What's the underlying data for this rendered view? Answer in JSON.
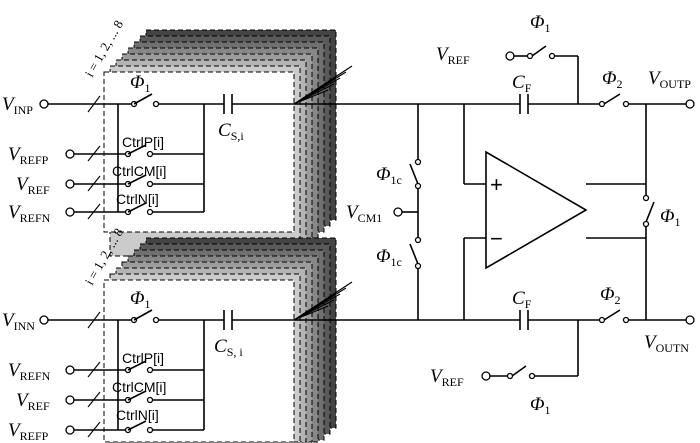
{
  "top": {
    "input_label": "V",
    "input_sub": "INP",
    "ref1_label": "V",
    "ref1_sub": "REFP",
    "ref2_label": "V",
    "ref2_sub": "REF",
    "ref3_label": "V",
    "ref3_sub": "REFN",
    "phi_label": "Φ",
    "phi_sub": "1",
    "ctrl1": "CtrlP[i]",
    "ctrl2": "CtrlCM[i]",
    "ctrl3": "CtrlN[i]",
    "cap_label": "C",
    "cap_sub": "S,i",
    "index_text": "i = 1, 2, ... 8"
  },
  "bottom": {
    "input_label": "V",
    "input_sub": "INN",
    "ref1_label": "V",
    "ref1_sub": "REFN",
    "ref2_label": "V",
    "ref2_sub": "REF",
    "ref3_label": "V",
    "ref3_sub": "REFP",
    "phi_label": "Φ",
    "phi_sub": "1",
    "ctrl1": "CtrlP[i]",
    "ctrl2": "CtrlCM[i]",
    "ctrl3": "CtrlN[i]",
    "cap_label": "C",
    "cap_sub": "S, i",
    "index_text": "i = 1, 2, ... 8"
  },
  "mid": {
    "phi1c_top_label": "Φ",
    "phi1c_top_sub": "1c",
    "vcm_label": "V",
    "vcm_sub": "CM1",
    "phi1c_bot_label": "Φ",
    "phi1c_bot_sub": "1c"
  },
  "amp": {
    "plus": "+",
    "minus": "−"
  },
  "right": {
    "vref_top_label": "V",
    "vref_top_sub": "REF",
    "phi1_top_label": "Φ",
    "phi1_top_sub": "1",
    "cf_top_label": "C",
    "cf_top_sub": "F",
    "phi2_top_label": "Φ",
    "phi2_top_sub": "2",
    "voutp_label": "V",
    "voutp_sub": "OUTP",
    "phi1_right_label": "Φ",
    "phi1_right_sub": "1",
    "cf_bot_label": "C",
    "cf_bot_sub": "F",
    "phi2_bot_label": "Φ",
    "phi2_bot_sub": "2",
    "voutn_label": "V",
    "voutn_sub": "OUTN",
    "vref_bot_label": "V",
    "vref_bot_sub": "REF",
    "phi1_bot_label": "Φ",
    "phi1_bot_sub": "1"
  }
}
